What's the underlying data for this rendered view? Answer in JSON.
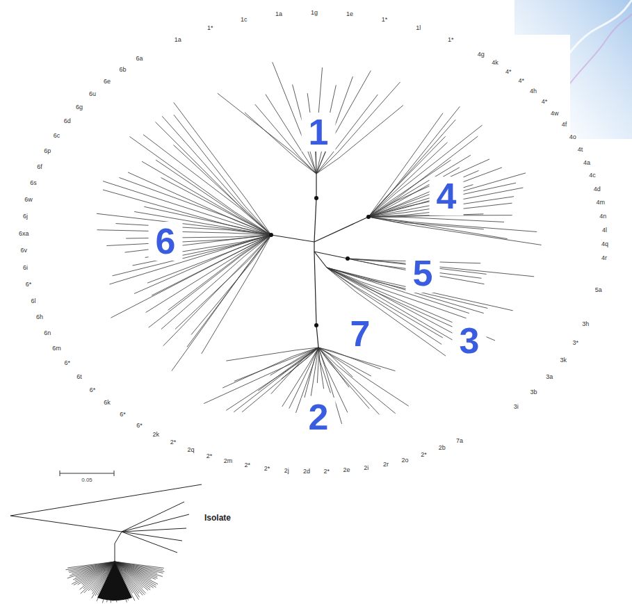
{
  "diagram": {
    "labels": [
      "1",
      "4",
      "6",
      "5",
      "3",
      "7",
      "2",
      "0.05",
      "Isolate",
      "1a",
      "1*",
      "1c",
      "1a",
      "1g",
      "1e",
      "1*",
      "1l",
      "1*",
      "4g",
      "4k",
      "4*",
      "4*",
      "4h",
      "4*",
      "4w",
      "4f",
      "4o",
      "4t",
      "4a",
      "4c",
      "4d",
      "4m",
      "4n",
      "4l",
      "4q",
      "4r",
      "5a",
      "3h",
      "3*",
      "3k",
      "3a",
      "3b",
      "3i",
      "2k",
      "2*",
      "2q",
      "2*",
      "2m",
      "2*",
      "2*",
      "2j",
      "2d",
      "2*",
      "2e",
      "2i",
      "2r",
      "2o",
      "2*",
      "2b",
      "7a",
      "6a",
      "6b",
      "6e",
      "6u",
      "6g",
      "6d",
      "6c",
      "6p",
      "6f",
      "6s",
      "6w",
      "6j",
      "6xa",
      "6v",
      "6i",
      "6*",
      "6l",
      "6h",
      "6n",
      "6m",
      "6*",
      "6t",
      "6*",
      "6k",
      "6*",
      "6*"
    ]
  }
}
